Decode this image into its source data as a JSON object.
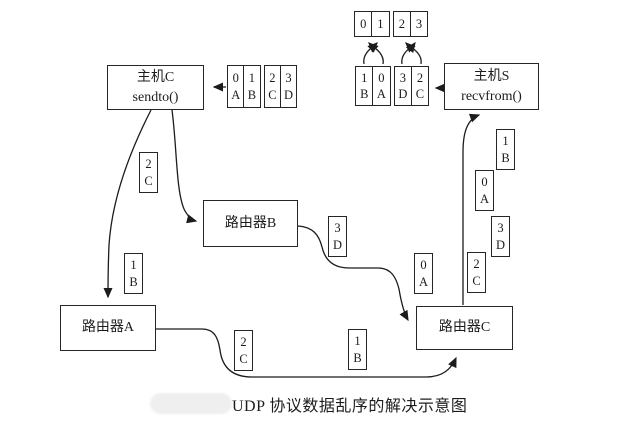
{
  "caption": "UDP 协议数据乱序的解决示意图",
  "nodes": {
    "host_c": {
      "name": "主机C",
      "func": "sendto()"
    },
    "host_s": {
      "name": "主机S",
      "func": "recvfrom()"
    },
    "router_a": {
      "name": "路由器A"
    },
    "router_b": {
      "name": "路由器B"
    },
    "router_c": {
      "name": "路由器C"
    }
  },
  "send_buffer": {
    "cells": [
      {
        "num": "0",
        "letter": "A"
      },
      {
        "num": "1",
        "letter": "B"
      },
      {
        "num": "2",
        "letter": "C"
      },
      {
        "num": "3",
        "letter": "D"
      }
    ]
  },
  "recv_buffer": {
    "cells": [
      {
        "num": "1",
        "letter": "B"
      },
      {
        "num": "0",
        "letter": "A"
      },
      {
        "num": "3",
        "letter": "D"
      },
      {
        "num": "2",
        "letter": "C"
      }
    ]
  },
  "seq_slots": {
    "cells": [
      "0",
      "1",
      "2",
      "3"
    ]
  },
  "packet_labels": {
    "near_host_c": {
      "num": "2",
      "letter": "C"
    },
    "above_router_a": {
      "num": "1",
      "letter": "B"
    },
    "right_of_router_b": {
      "num": "3",
      "letter": "D"
    },
    "left_of_router_c": {
      "num": "0",
      "letter": "A"
    },
    "bottom_path_left": {
      "num": "2",
      "letter": "C"
    },
    "bottom_path_right": {
      "num": "1",
      "letter": "B"
    },
    "right_col_top": {
      "num": "1",
      "letter": "B"
    },
    "right_col_high": {
      "num": "0",
      "letter": "A"
    },
    "right_col_low": {
      "num": "3",
      "letter": "D"
    },
    "right_col_bottom": {
      "num": "2",
      "letter": "C"
    }
  },
  "colors": {
    "line": "#1c1c1c",
    "background": "#ffffff"
  }
}
